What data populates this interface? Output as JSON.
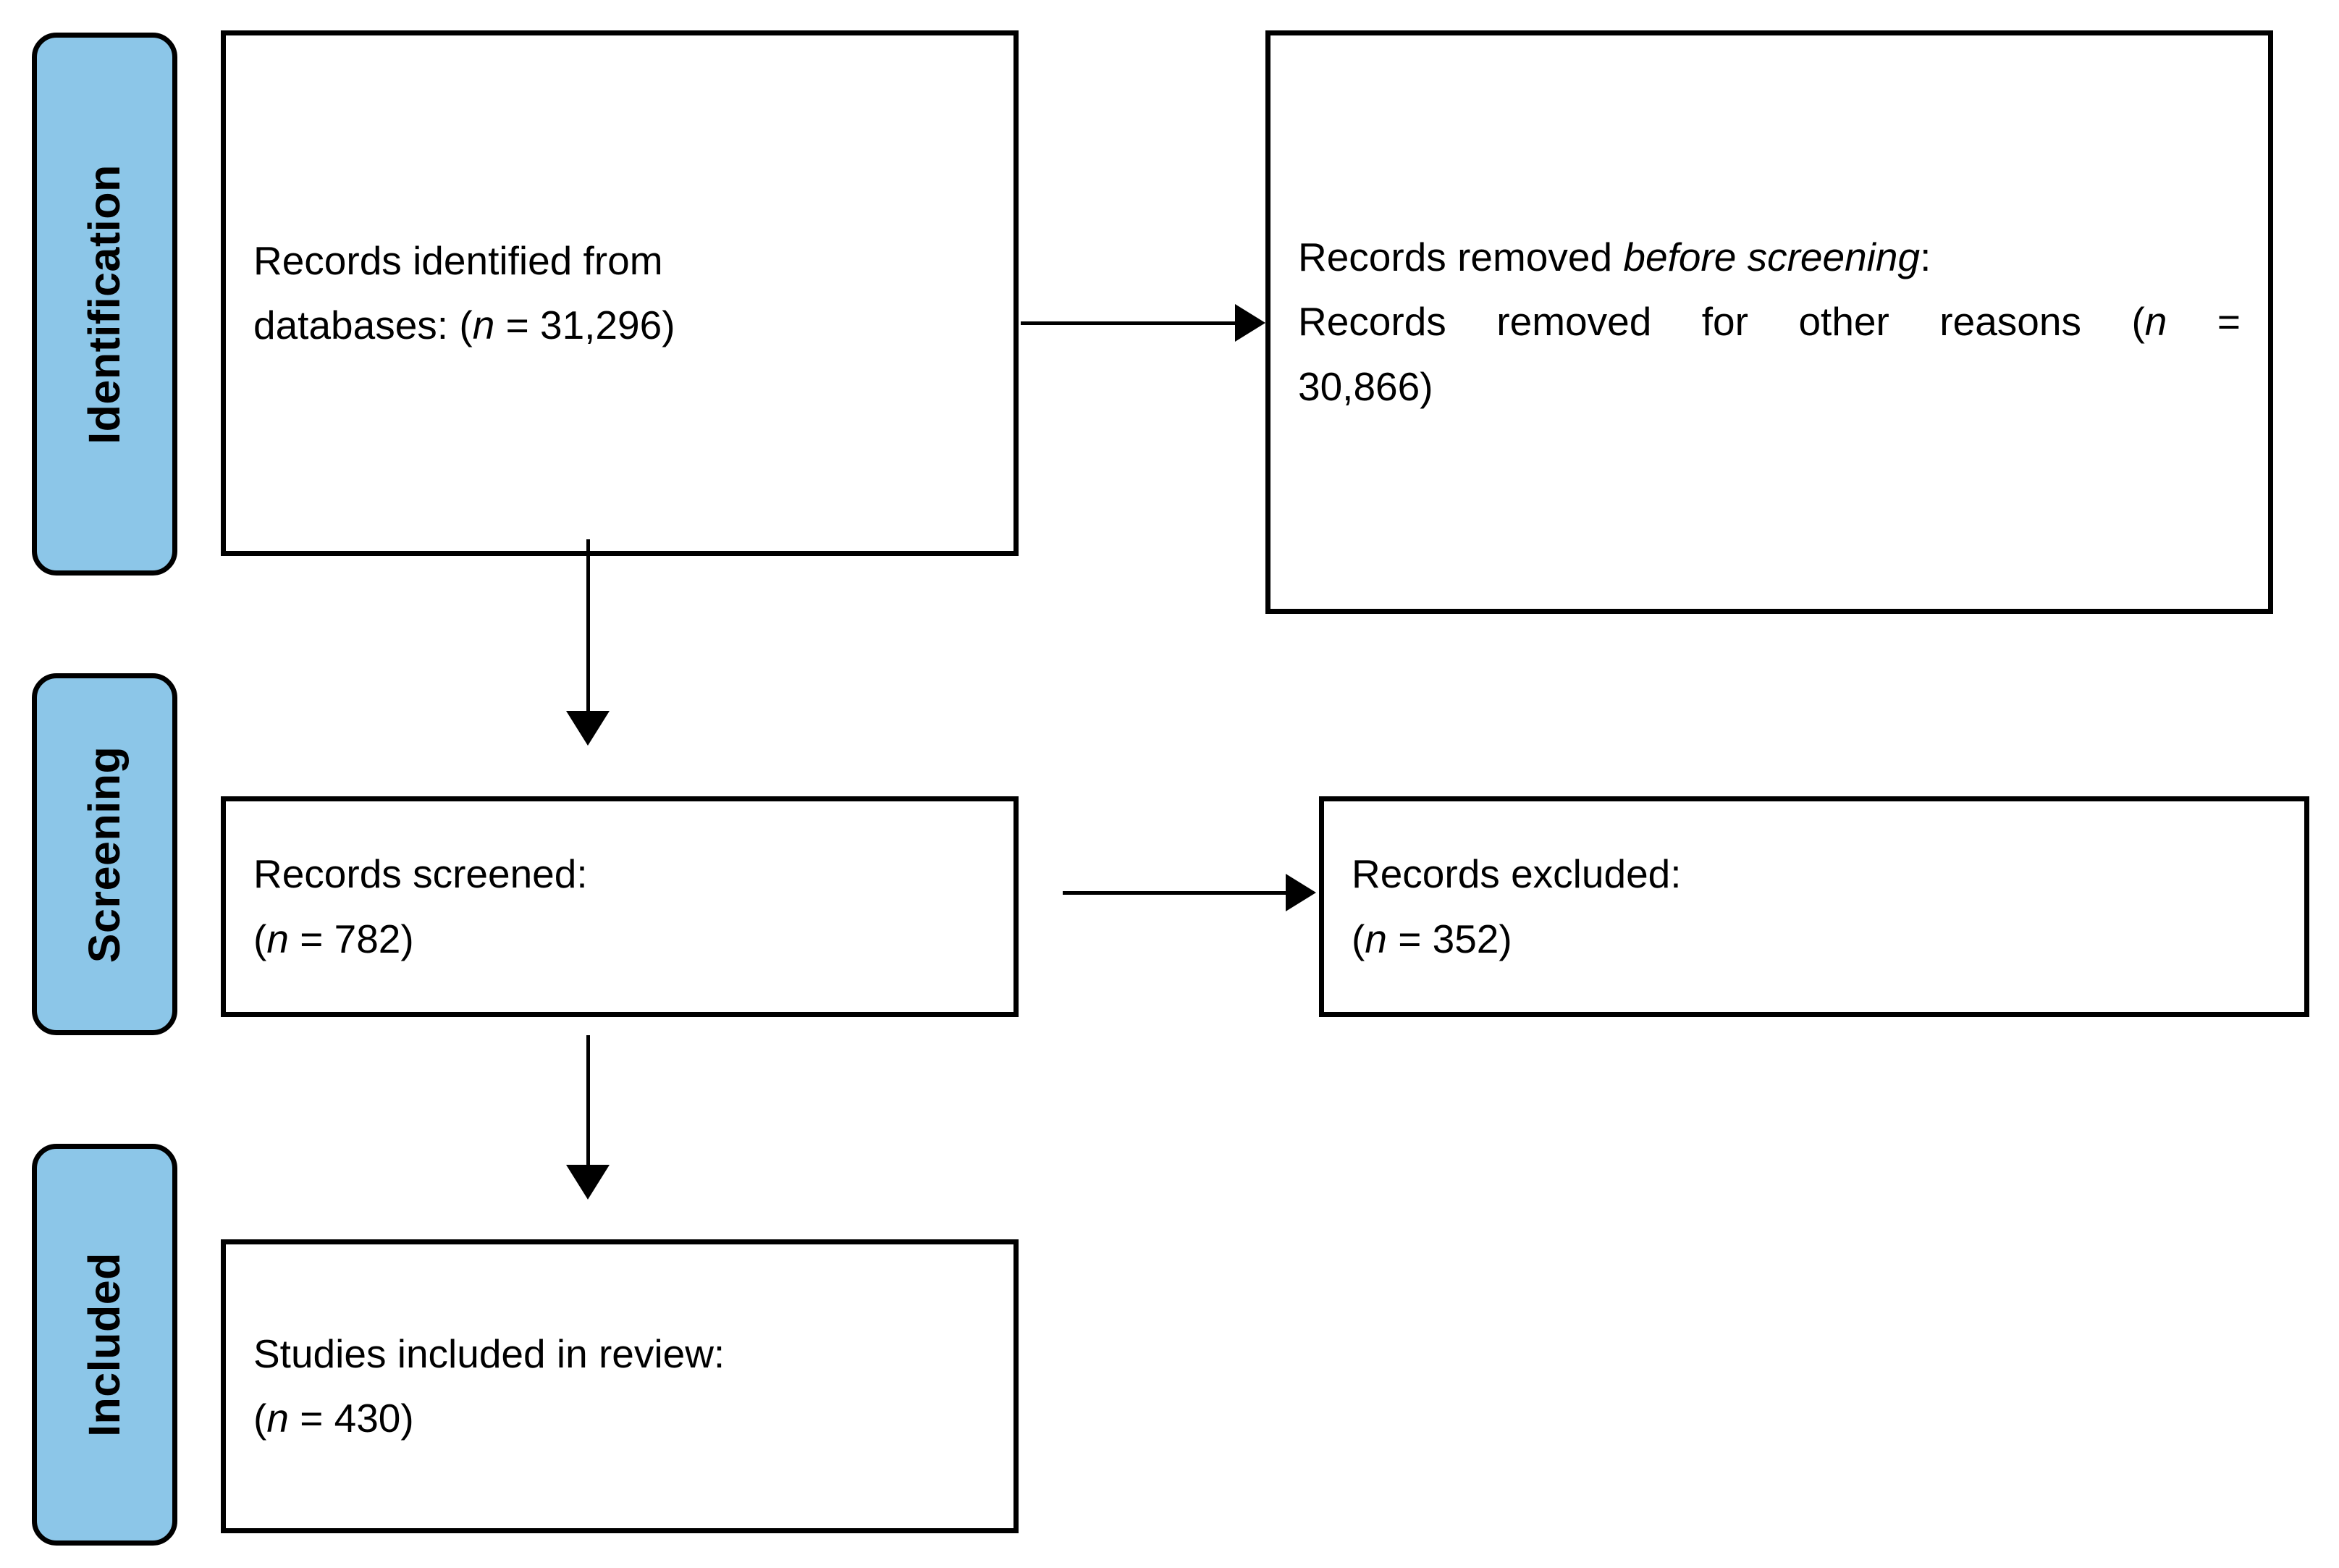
{
  "diagram": {
    "type": "prisma-flow-diagram",
    "background_color": "#FFFFFF",
    "stage_color": "#8CC6E8",
    "line_color": "#000000"
  },
  "stages": [
    {
      "label": "Identification"
    },
    {
      "label": "Screening"
    },
    {
      "label": "Included"
    }
  ],
  "boxes": {
    "identified": {
      "line1": "Records identified from",
      "line2_prefix": "databases: (",
      "line2_italic": "n",
      "line2_suffix": " = 31,296)",
      "count": "31,296"
    },
    "removed_before_screening": {
      "line1_prefix": "Records removed ",
      "line1_italic": "before screening",
      "line1_suffix": ":",
      "line2_prefix": "Records removed for other reasons (",
      "line2_italic": "n",
      "line2_suffix": " =",
      "line3": "30,866)",
      "count": "30,866"
    },
    "screened": {
      "line1": "Records screened:",
      "line2_prefix": "(",
      "line2_italic": "n",
      "line2_suffix": " = 782)",
      "count": "782"
    },
    "excluded": {
      "line1": "Records excluded:",
      "line2_prefix": "(",
      "line2_italic": "n",
      "line2_suffix": " = 352)",
      "count": "352"
    },
    "included": {
      "line1": "Studies included in review:",
      "line2_prefix": "(",
      "line2_italic": "n",
      "line2_suffix": " = 430)",
      "count": "430"
    }
  },
  "chart_data": {
    "type": "diagram",
    "title": "PRISMA flow diagram",
    "nodes": [
      {
        "id": "identified",
        "stage": "Identification",
        "label": "Records identified from databases",
        "n": 31296
      },
      {
        "id": "removed_before_screening",
        "stage": "Identification",
        "label": "Records removed before screening: Records removed for other reasons",
        "n": 30866
      },
      {
        "id": "screened",
        "stage": "Screening",
        "label": "Records screened",
        "n": 782
      },
      {
        "id": "excluded",
        "stage": "Screening",
        "label": "Records excluded",
        "n": 352
      },
      {
        "id": "included",
        "stage": "Included",
        "label": "Studies included in review",
        "n": 430
      }
    ],
    "edges": [
      {
        "from": "identified",
        "to": "removed_before_screening",
        "direction": "right"
      },
      {
        "from": "identified",
        "to": "screened",
        "direction": "down"
      },
      {
        "from": "screened",
        "to": "excluded",
        "direction": "right"
      },
      {
        "from": "screened",
        "to": "included",
        "direction": "down"
      }
    ]
  }
}
